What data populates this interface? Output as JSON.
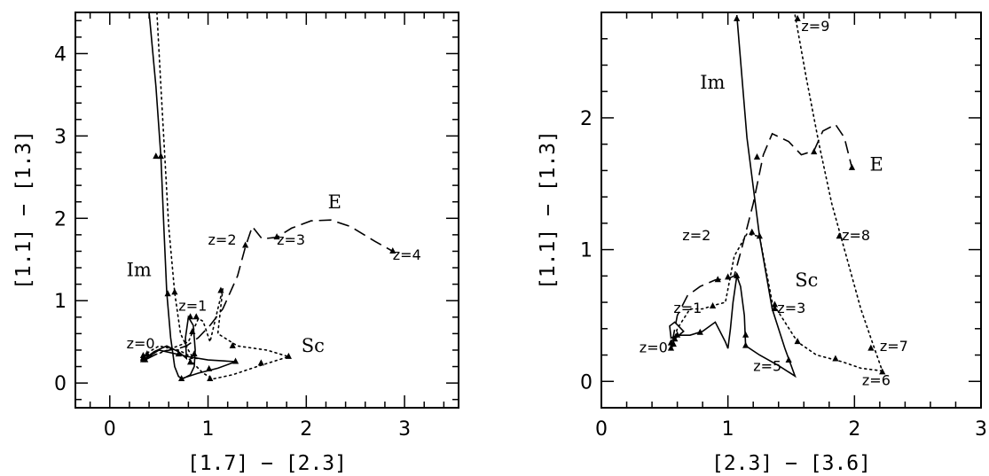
{
  "chart_data": [
    {
      "type": "line",
      "xlabel": "[1.7] − [2.3]",
      "ylabel": "[1.1] − [1.3]",
      "xlim": [
        -0.35,
        3.55
      ],
      "ylim": [
        -0.3,
        4.5
      ],
      "xticks": [
        "0",
        "1",
        "2",
        "3"
      ],
      "yticks": [
        "0",
        "1",
        "2",
        "3",
        "4"
      ],
      "series": [
        {
          "name": "Im",
          "style": "solid",
          "points": [
            [
              0.4,
              4.5
            ],
            [
              0.47,
              3.6
            ],
            [
              0.52,
              2.75
            ],
            [
              0.55,
              1.9
            ],
            [
              0.58,
              1.1
            ],
            [
              0.62,
              0.55
            ],
            [
              0.66,
              0.2
            ],
            [
              0.7,
              0.08
            ],
            [
              0.74,
              0.05
            ],
            [
              0.82,
              0.1
            ],
            [
              0.86,
              0.2
            ],
            [
              0.87,
              0.4
            ],
            [
              0.85,
              0.7
            ],
            [
              0.8,
              0.8
            ],
            [
              0.77,
              0.55
            ],
            [
              0.78,
              0.3
            ],
            [
              0.7,
              0.38
            ],
            [
              0.58,
              0.45
            ],
            [
              0.45,
              0.38
            ],
            [
              0.34,
              0.28
            ],
            [
              0.5,
              0.4
            ],
            [
              0.8,
              0.32
            ],
            [
              1.0,
              0.28
            ],
            [
              1.28,
              0.26
            ],
            [
              1.1,
              0.18
            ],
            [
              0.9,
              0.12
            ],
            [
              0.72,
              0.05
            ]
          ],
          "markers": [
            [
              0.52,
              2.75
            ],
            [
              0.59,
              1.08
            ],
            [
              0.7,
              0.35
            ],
            [
              0.82,
              0.8
            ],
            [
              0.84,
              0.62
            ],
            [
              0.86,
              0.35
            ],
            [
              0.73,
              0.05
            ],
            [
              1.01,
              0.17
            ],
            [
              1.28,
              0.26
            ],
            [
              0.34,
              0.28
            ],
            [
              0.34,
              0.33
            ]
          ]
        },
        {
          "name": "Sc",
          "style": "dotted",
          "points": [
            [
              0.48,
              4.5
            ],
            [
              0.52,
              3.6
            ],
            [
              0.56,
              2.75
            ],
            [
              0.6,
              1.9
            ],
            [
              0.66,
              1.1
            ],
            [
              0.72,
              0.6
            ],
            [
              0.8,
              0.4
            ],
            [
              0.85,
              0.3
            ],
            [
              0.78,
              0.35
            ],
            [
              0.7,
              0.4
            ],
            [
              0.5,
              0.45
            ],
            [
              0.36,
              0.35
            ],
            [
              0.34,
              0.3
            ],
            [
              0.5,
              0.36
            ],
            [
              0.8,
              0.5
            ],
            [
              0.9,
              0.78
            ],
            [
              0.95,
              0.75
            ],
            [
              1.02,
              0.5
            ],
            [
              1.1,
              0.9
            ],
            [
              1.15,
              1.15
            ],
            [
              1.1,
              0.6
            ],
            [
              1.3,
              0.45
            ],
            [
              1.6,
              0.4
            ],
            [
              1.82,
              0.32
            ],
            [
              1.5,
              0.2
            ],
            [
              1.25,
              0.1
            ],
            [
              1.05,
              0.05
            ],
            [
              0.95,
              0.12
            ],
            [
              0.8,
              0.3
            ],
            [
              0.9,
              0.3
            ]
          ],
          "markers": [
            [
              0.47,
              2.75
            ],
            [
              0.66,
              1.1
            ],
            [
              0.88,
              0.8
            ],
            [
              1.13,
              1.12
            ],
            [
              1.25,
              0.45
            ],
            [
              1.82,
              0.32
            ],
            [
              1.54,
              0.24
            ],
            [
              1.02,
              0.05
            ],
            [
              0.82,
              0.25
            ],
            [
              0.34,
              0.3
            ],
            [
              0.38,
              0.35
            ]
          ]
        },
        {
          "name": "E",
          "style": "dashed",
          "points": [
            [
              0.36,
              0.28
            ],
            [
              0.52,
              0.38
            ],
            [
              0.7,
              0.42
            ],
            [
              0.78,
              0.45
            ],
            [
              0.9,
              0.55
            ],
            [
              1.02,
              0.7
            ],
            [
              1.15,
              0.9
            ],
            [
              1.3,
              1.3
            ],
            [
              1.38,
              1.65
            ],
            [
              1.45,
              1.9
            ],
            [
              1.55,
              1.75
            ],
            [
              1.7,
              1.77
            ],
            [
              1.85,
              1.88
            ],
            [
              2.05,
              1.97
            ],
            [
              2.25,
              1.98
            ],
            [
              2.45,
              1.9
            ],
            [
              2.7,
              1.72
            ],
            [
              2.88,
              1.6
            ]
          ],
          "markers": [
            [
              1.38,
              1.67
            ],
            [
              1.7,
              1.77
            ],
            [
              2.88,
              1.6
            ],
            [
              0.36,
              0.28
            ]
          ]
        }
      ],
      "annotations": [
        {
          "text": "z=0",
          "x": 0.17,
          "y": 0.42
        },
        {
          "text": "z=1",
          "x": 0.7,
          "y": 0.88
        },
        {
          "text": "z=2",
          "x": 1.0,
          "y": 1.68
        },
        {
          "text": "z=3",
          "x": 1.7,
          "y": 1.68
        },
        {
          "text": "z=4",
          "x": 2.88,
          "y": 1.5
        },
        {
          "text": "Im",
          "x": 0.17,
          "y": 1.3
        },
        {
          "text": "Sc",
          "x": 1.95,
          "y": 0.38
        },
        {
          "text": "E",
          "x": 2.22,
          "y": 2.12
        }
      ]
    },
    {
      "type": "line",
      "xlabel": "[2.3] − [3.6]",
      "ylabel": "[1.1] − [1.3]",
      "xlim": [
        0,
        3
      ],
      "ylim": [
        -0.2,
        2.8
      ],
      "xticks": [
        "0",
        "1",
        "2",
        "3"
      ],
      "yticks": [
        "0",
        "1",
        "2"
      ],
      "series": [
        {
          "name": "Im",
          "style": "solid",
          "points": [
            [
              1.07,
              2.78
            ],
            [
              1.15,
              1.85
            ],
            [
              1.25,
              1.1
            ],
            [
              1.35,
              0.55
            ],
            [
              1.45,
              0.25
            ],
            [
              1.53,
              0.04
            ],
            [
              1.4,
              0.12
            ],
            [
              1.25,
              0.2
            ],
            [
              1.14,
              0.27
            ],
            [
              1.13,
              0.5
            ],
            [
              1.1,
              0.72
            ],
            [
              1.07,
              0.8
            ],
            [
              1.04,
              0.6
            ],
            [
              1.02,
              0.4
            ],
            [
              1.0,
              0.25
            ],
            [
              0.98,
              0.3
            ],
            [
              0.9,
              0.45
            ],
            [
              0.8,
              0.38
            ],
            [
              0.7,
              0.35
            ],
            [
              0.6,
              0.35
            ],
            [
              0.55,
              0.33
            ],
            [
              0.54,
              0.42
            ],
            [
              0.58,
              0.45
            ],
            [
              0.65,
              0.38
            ],
            [
              0.55,
              0.3
            ],
            [
              0.55,
              0.25
            ]
          ],
          "markers": [
            [
              1.07,
              2.75
            ],
            [
              1.25,
              1.1
            ],
            [
              1.37,
              0.55
            ],
            [
              1.14,
              0.35
            ],
            [
              1.14,
              0.27
            ],
            [
              1.07,
              0.8
            ],
            [
              1.48,
              0.16
            ],
            [
              0.78,
              0.37
            ],
            [
              0.55,
              0.29
            ],
            [
              0.55,
              0.25
            ]
          ]
        },
        {
          "name": "Sc",
          "style": "dotted",
          "points": [
            [
              1.53,
              2.78
            ],
            [
              1.62,
              2.3
            ],
            [
              1.72,
              1.8
            ],
            [
              1.82,
              1.35
            ],
            [
              1.95,
              0.9
            ],
            [
              2.05,
              0.55
            ],
            [
              2.14,
              0.3
            ],
            [
              2.22,
              0.08
            ],
            [
              2.05,
              0.1
            ],
            [
              1.9,
              0.15
            ],
            [
              1.7,
              0.2
            ],
            [
              1.55,
              0.3
            ],
            [
              1.45,
              0.45
            ],
            [
              1.35,
              0.6
            ],
            [
              1.3,
              0.85
            ],
            [
              1.25,
              1.1
            ],
            [
              1.15,
              1.12
            ],
            [
              1.05,
              0.95
            ],
            [
              0.98,
              0.6
            ],
            [
              0.9,
              0.58
            ],
            [
              0.8,
              0.55
            ],
            [
              0.7,
              0.55
            ],
            [
              0.6,
              0.4
            ],
            [
              0.57,
              0.3
            ],
            [
              0.56,
              0.25
            ]
          ],
          "markers": [
            [
              1.55,
              2.75
            ],
            [
              1.88,
              1.1
            ],
            [
              2.13,
              0.25
            ],
            [
              2.22,
              0.07
            ],
            [
              1.85,
              0.17
            ],
            [
              1.55,
              0.3
            ],
            [
              1.37,
              0.58
            ],
            [
              1.19,
              1.13
            ],
            [
              0.88,
              0.57
            ],
            [
              0.6,
              0.35
            ],
            [
              0.57,
              0.28
            ]
          ]
        },
        {
          "name": "E",
          "style": "dashed",
          "points": [
            [
              0.56,
              0.3
            ],
            [
              0.6,
              0.5
            ],
            [
              0.68,
              0.65
            ],
            [
              0.78,
              0.72
            ],
            [
              0.9,
              0.77
            ],
            [
              1.0,
              0.78
            ],
            [
              1.05,
              0.8
            ],
            [
              1.12,
              1.05
            ],
            [
              1.2,
              1.35
            ],
            [
              1.28,
              1.72
            ],
            [
              1.35,
              1.88
            ],
            [
              1.48,
              1.82
            ],
            [
              1.58,
              1.72
            ],
            [
              1.68,
              1.75
            ],
            [
              1.75,
              1.9
            ],
            [
              1.85,
              1.95
            ],
            [
              1.92,
              1.85
            ],
            [
              1.98,
              1.62
            ]
          ],
          "markers": [
            [
              0.92,
              0.77
            ],
            [
              1.0,
              0.79
            ],
            [
              1.23,
              1.7
            ],
            [
              1.68,
              1.74
            ],
            [
              1.98,
              1.62
            ],
            [
              0.58,
              0.32
            ]
          ]
        }
      ],
      "annotations": [
        {
          "text": "z=0",
          "x": 0.3,
          "y": 0.22
        },
        {
          "text": "z=1",
          "x": 0.57,
          "y": 0.52
        },
        {
          "text": "z=2",
          "x": 0.64,
          "y": 1.07
        },
        {
          "text": "z=3",
          "x": 1.39,
          "y": 0.52
        },
        {
          "text": "z=5",
          "x": 1.2,
          "y": 0.08
        },
        {
          "text": "z=6",
          "x": 2.06,
          "y": -0.03
        },
        {
          "text": "z=7",
          "x": 2.2,
          "y": 0.23
        },
        {
          "text": "z=8",
          "x": 1.9,
          "y": 1.07
        },
        {
          "text": "z=9",
          "x": 1.58,
          "y": 2.66
        },
        {
          "text": "Im",
          "x": 0.78,
          "y": 2.22
        },
        {
          "text": "Sc",
          "x": 1.53,
          "y": 0.72
        },
        {
          "text": "E",
          "x": 2.12,
          "y": 1.6
        }
      ]
    }
  ]
}
